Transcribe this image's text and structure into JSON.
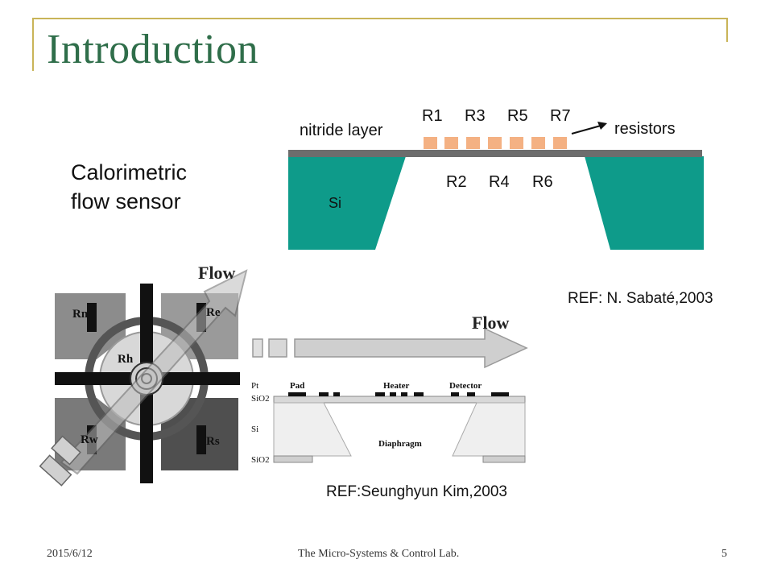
{
  "slide": {
    "title": "Introduction",
    "label_line1": "Calorimetric",
    "label_line2": "flow sensor",
    "ref1": "REF: N. Sabaté,2003",
    "ref2": "REF:Seunghyun Kim,2003"
  },
  "figure_top": {
    "nitride_label": "nitride layer",
    "resistors_label": "resistors",
    "si_label": "Si",
    "top_resistors": [
      "R1",
      "R3",
      "R5",
      "R7"
    ],
    "bottom_resistors": [
      "R2",
      "R4",
      "R6"
    ]
  },
  "figure_left": {
    "flow_label": "Flow",
    "labels": [
      "Rn",
      "Re",
      "Rh",
      "Rw",
      "Rs"
    ]
  },
  "figure_right": {
    "flow_label": "Flow",
    "layers": [
      "Pt",
      "SiO2",
      "Si",
      "SiO2"
    ],
    "labels": [
      "Pad",
      "Heater",
      "Detector",
      "Diaphragm"
    ]
  },
  "footer": {
    "date": "2015/6/12",
    "lab": "The Micro-Systems & Control Lab.",
    "page": "5"
  },
  "colors": {
    "title": "#2f6e4a",
    "accent": "#c9b458",
    "silicon": "#0e9b8a",
    "resistor": "#f4b183"
  }
}
